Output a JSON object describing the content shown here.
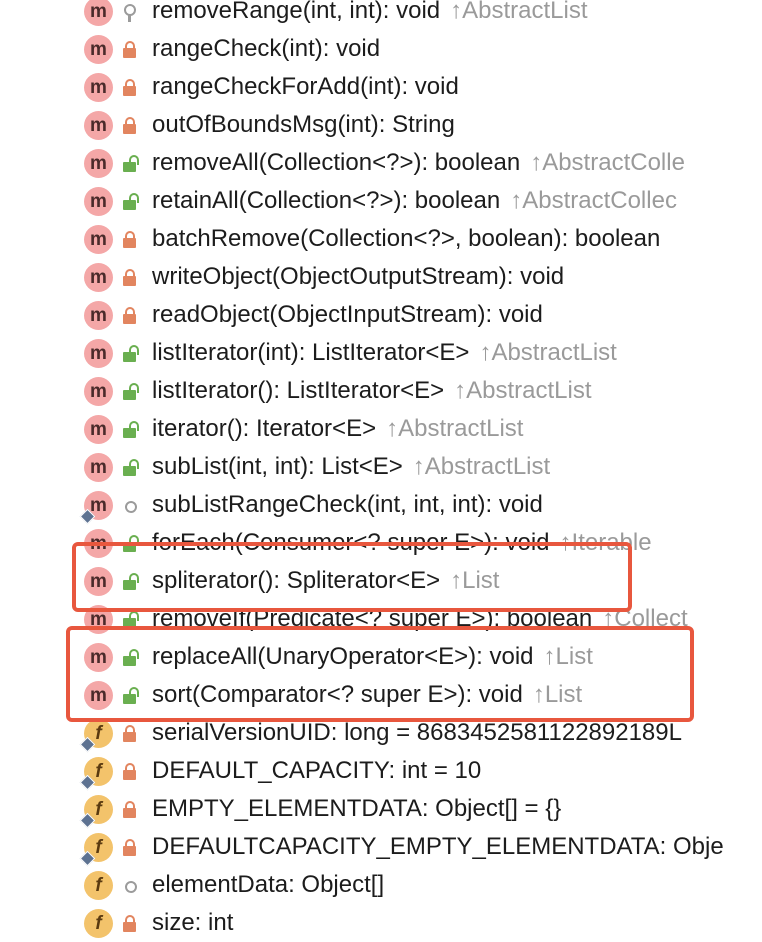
{
  "members": [
    {
      "kind": "m",
      "visibility": "protected",
      "signature": "removeRange(int, int): void",
      "origin": "↑AbstractList"
    },
    {
      "kind": "m",
      "visibility": "private",
      "signature": "rangeCheck(int): void",
      "origin": ""
    },
    {
      "kind": "m",
      "visibility": "private",
      "signature": "rangeCheckForAdd(int): void",
      "origin": ""
    },
    {
      "kind": "m",
      "visibility": "private",
      "signature": "outOfBoundsMsg(int): String",
      "origin": ""
    },
    {
      "kind": "m",
      "visibility": "public",
      "signature": "removeAll(Collection<?>): boolean",
      "origin": "↑AbstractColle"
    },
    {
      "kind": "m",
      "visibility": "public",
      "signature": "retainAll(Collection<?>): boolean",
      "origin": "↑AbstractCollec"
    },
    {
      "kind": "m",
      "visibility": "private",
      "signature": "batchRemove(Collection<?>, boolean): boolean",
      "origin": ""
    },
    {
      "kind": "m",
      "visibility": "private",
      "signature": "writeObject(ObjectOutputStream): void",
      "origin": ""
    },
    {
      "kind": "m",
      "visibility": "private",
      "signature": "readObject(ObjectInputStream): void",
      "origin": ""
    },
    {
      "kind": "m",
      "visibility": "public",
      "signature": "listIterator(int): ListIterator<E>",
      "origin": "↑AbstractList"
    },
    {
      "kind": "m",
      "visibility": "public",
      "signature": "listIterator(): ListIterator<E>",
      "origin": "↑AbstractList"
    },
    {
      "kind": "m",
      "visibility": "public",
      "signature": "iterator(): Iterator<E>",
      "origin": "↑AbstractList"
    },
    {
      "kind": "m",
      "visibility": "public",
      "signature": "subList(int, int): List<E>",
      "origin": "↑AbstractList"
    },
    {
      "kind": "m",
      "visibility": "package",
      "signature": "subListRangeCheck(int, int, int): void",
      "origin": "",
      "badge": true
    },
    {
      "kind": "m",
      "visibility": "public",
      "signature": "forEach(Consumer<? super E>): void",
      "origin": "↑Iterable"
    },
    {
      "kind": "m",
      "visibility": "public",
      "signature": "spliterator(): Spliterator<E>",
      "origin": "↑List"
    },
    {
      "kind": "m",
      "visibility": "public",
      "signature": "removeIf(Predicate<? super E>): boolean",
      "origin": "↑Collect"
    },
    {
      "kind": "m",
      "visibility": "public",
      "signature": "replaceAll(UnaryOperator<E>): void",
      "origin": "↑List"
    },
    {
      "kind": "m",
      "visibility": "public",
      "signature": "sort(Comparator<? super E>): void",
      "origin": "↑List"
    },
    {
      "kind": "f",
      "visibility": "private",
      "signature": "serialVersionUID: long = 8683452581122892189L",
      "origin": "",
      "badge": true
    },
    {
      "kind": "f",
      "visibility": "private",
      "signature": "DEFAULT_CAPACITY: int = 10",
      "origin": "",
      "badge": true
    },
    {
      "kind": "f",
      "visibility": "private",
      "signature": "EMPTY_ELEMENTDATA: Object[] = {}",
      "origin": "",
      "badge": true
    },
    {
      "kind": "f",
      "visibility": "private",
      "signature": "DEFAULTCAPACITY_EMPTY_ELEMENTDATA: Obje",
      "origin": "",
      "badge": true
    },
    {
      "kind": "f",
      "visibility": "package",
      "signature": "elementData: Object[]",
      "origin": ""
    },
    {
      "kind": "f",
      "visibility": "private",
      "signature": "size: int",
      "origin": ""
    }
  ],
  "colors": {
    "highlight": "#e8573e",
    "method_icon": "#f4a7a7",
    "field_icon": "#f3c36b",
    "private_lock": "#e2855f",
    "public_lock": "#6aaf50"
  }
}
